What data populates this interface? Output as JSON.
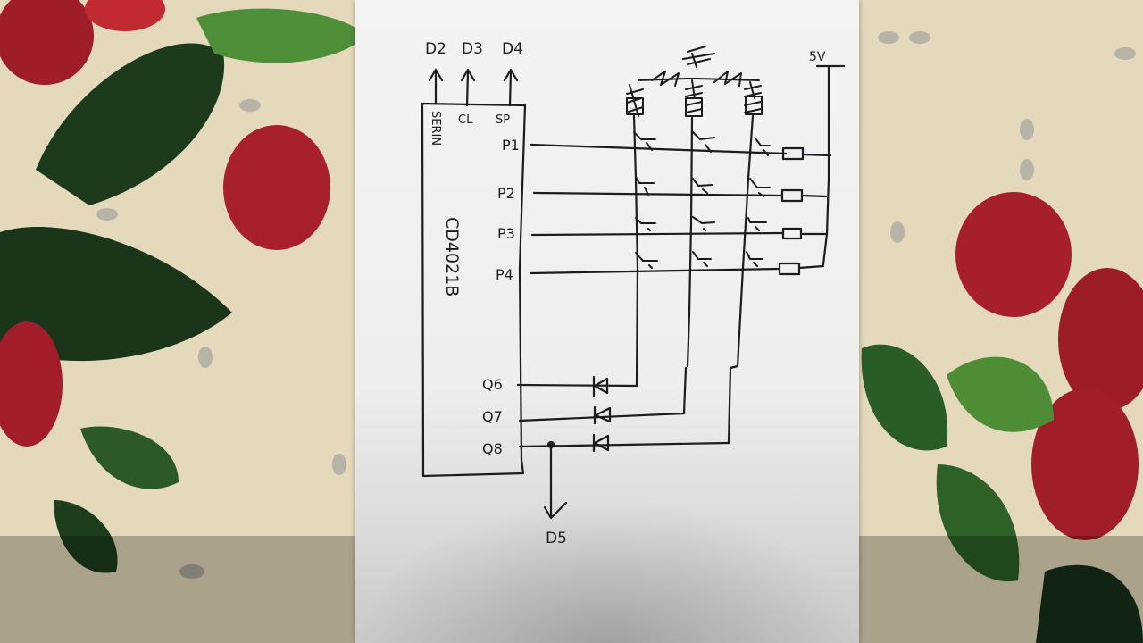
{
  "photo": {
    "subject": "Hand-drawn circuit schematic on white paper",
    "background": "Strawberry-pattern tablecloth",
    "colors": {
      "cloth_base": "#e6dcc0",
      "strawberry_red": "#b8242e",
      "leaf_dark_green": "#1f3a1c",
      "leaf_light_green": "#5a9a3a",
      "paper": "#efefef",
      "ink": "#1e1a22"
    }
  },
  "schematic": {
    "ic": {
      "part_number": "CD4021B",
      "top_pins": [
        {
          "label": "SER IN",
          "connects_to": "D2"
        },
        {
          "label": "CL",
          "connects_to": "D3"
        },
        {
          "label": "SP",
          "connects_to": "D4"
        }
      ],
      "parallel_inputs": [
        "P1",
        "P2",
        "P3",
        "P4"
      ],
      "outputs": [
        "Q6",
        "Q7",
        "Q8"
      ]
    },
    "arduino_pins": {
      "d2": "D2",
      "d3": "D3",
      "d4": "D4",
      "d5": "D5"
    },
    "supply_label": "5V",
    "switch_matrix": {
      "rows": 4,
      "columns": 3
    },
    "resistors": 4,
    "diodes": 3,
    "labels": {
      "ser_in": "SERIN",
      "cl": "CL",
      "sp": "SP",
      "p1": "P1",
      "p2": "P2",
      "p3": "P3",
      "p4": "P4",
      "q6": "Q6",
      "q7": "Q7",
      "q8": "Q8",
      "ic_name": "CD4021B",
      "supply": "5V",
      "out_d5": "D5"
    }
  }
}
